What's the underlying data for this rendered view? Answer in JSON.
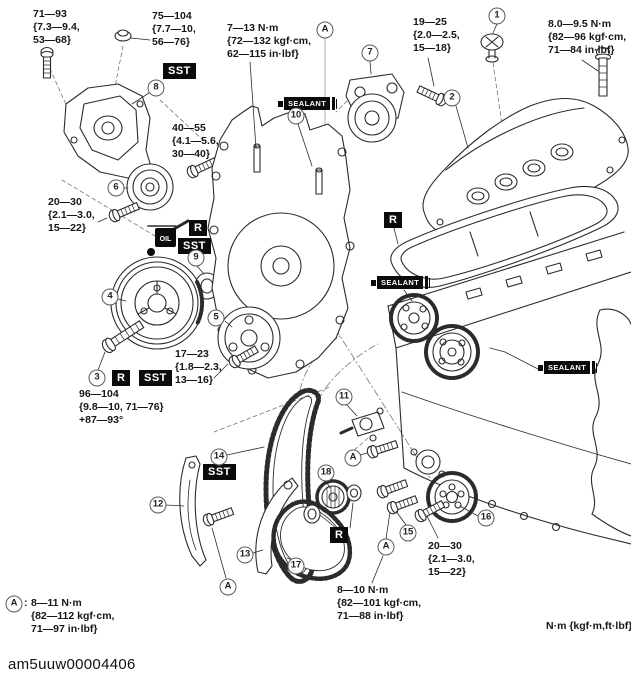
{
  "figure": {
    "image_code": "am5uuw00004406",
    "units_note": "N·m {kgf·m,ft·lbf}"
  },
  "badges": {
    "sst": "SST",
    "r": "R",
    "sealant": "SEALANT",
    "oil": "OIL"
  },
  "footnote_a": {
    "letter": "A",
    "colon": ":",
    "line1": "8—11 N·m",
    "line2": "{82—112 kgf·cm,",
    "line3": "71—97 in·lbf}"
  },
  "torque_specs": [
    {
      "name": "engine-mount-bolt",
      "line1": "71—93",
      "line2": "{7.3—9.4,",
      "line3": "53—68}"
    },
    {
      "name": "engine-mount-nut",
      "line1": "75—104",
      "line2": "{7.7—10,",
      "line3": "56—76}"
    },
    {
      "name": "front-cover-bolts",
      "line1": "7—13 N·m",
      "line2": "{72—132 kgf·cm,",
      "line3": "62—115 in·lbf}"
    },
    {
      "name": "tensioner-bolt",
      "line1": "19—25",
      "line2": "{2.0—2.5,",
      "line3": "15—18}"
    },
    {
      "name": "valve-cover-bolts",
      "line1": "8.0—9.5 N·m",
      "line2": "{82—96 kgf·cm,",
      "line3": "71—84 in·lbf}"
    },
    {
      "name": "bracket-bolt",
      "line1": "40—55",
      "line2": "{4.1—5.6,",
      "line3": "30—40}"
    },
    {
      "name": "idler-pulley-bolt",
      "line1": "20—30",
      "line2": "{2.1—3.0,",
      "line3": "15—22}"
    },
    {
      "name": "crank-pulley-bolt",
      "line1": "96—104",
      "line2": "{9.8—10, 71—76}",
      "line3": "+87—93°"
    },
    {
      "name": "pulley-bolt",
      "line1": "17—23",
      "line2": "{1.8—2.3,",
      "line3": "13—16}"
    },
    {
      "name": "crank-sensor-bolt",
      "line1": "20—30",
      "line2": "{2.1—3.0,",
      "line3": "15—22}"
    },
    {
      "name": "oil-pump-bolt",
      "line1": "8—10 N·m",
      "line2": "{82—101 kgf·cm,",
      "line3": "71—88 in·lbf}"
    }
  ],
  "callouts": {
    "c1": "1",
    "c2": "2",
    "c3": "3",
    "c4": "4",
    "c5": "5",
    "c6": "6",
    "c7": "7",
    "c8": "8",
    "c9": "9",
    "c10": "10",
    "c11": "11",
    "c12": "12",
    "c13": "13",
    "c14": "14",
    "c15": "15",
    "c16": "16",
    "c17": "17",
    "c18": "18",
    "a": "A"
  }
}
